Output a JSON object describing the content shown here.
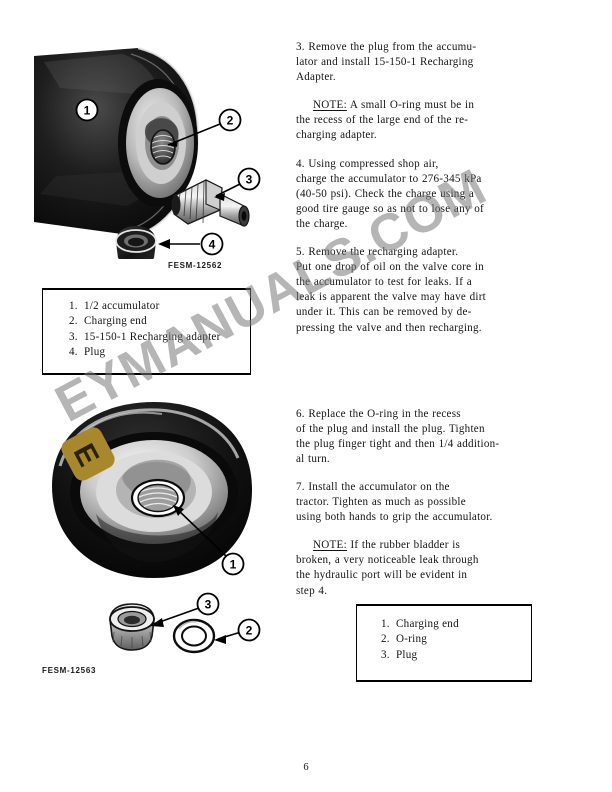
{
  "document": {
    "page_number": "6",
    "watermark_text": "EYMANUALS.COM",
    "watermark_badge_glyph": "E"
  },
  "figures": [
    {
      "id": "fig-top",
      "caption": "FESM-12562",
      "callouts": [
        "1",
        "2",
        "3",
        "4"
      ]
    },
    {
      "id": "fig-bottom",
      "caption": "FESM-12563",
      "callouts": [
        "1",
        "2",
        "3"
      ]
    }
  ],
  "legends": [
    {
      "id": "legend-top",
      "items": [
        {
          "num": "1.",
          "label": "1/2 accumulator"
        },
        {
          "num": "2.",
          "label": "Charging end"
        },
        {
          "num": "3.",
          "label": "15-150-1 Recharging adapter"
        },
        {
          "num": "4.",
          "label": "Plug"
        }
      ]
    },
    {
      "id": "legend-bottom",
      "items": [
        {
          "num": "1.",
          "label": "Charging end"
        },
        {
          "num": "2.",
          "label": "O-ring"
        },
        {
          "num": "3.",
          "label": "Plug"
        }
      ]
    }
  ],
  "body": {
    "step_3": "3.  Remove the plug from the accumu-\nlator and install 15-150-1 Recharging\nAdapter.",
    "note_1_label": "NOTE:",
    "note_1": "  A small O-ring must be in\nthe recess of the large end of the re-\ncharging adapter.",
    "step_4": "4.  Using compressed shop air,\ncharge the accumulator to 276-345 kPa\n(40-50 psi).  Check the charge using a\ngood tire gauge so as not to lose any of\nthe charge.",
    "step_5": "5.  Remove the recharging adapter.\nPut one drop of oil on the valve core in\nthe accumulator to test for leaks.  If a\nleak is apparent the valve may have dirt\nunder it.  This can be removed by de-\npressing the valve and then recharging.",
    "step_6": "6.  Replace the O-ring in the recess\nof the plug and install the plug.  Tighten\nthe plug finger tight and then 1/4 addition-\nal turn.",
    "step_7": "7.  Install the accumulator on the\ntractor.  Tighten as much as possible\nusing both hands to grip the accumulator.",
    "note_2_label": "NOTE:",
    "note_2": "  If the rubber bladder is\nbroken, a very noticeable leak through\nthe hydraulic port will be evident in\nstep 4."
  }
}
